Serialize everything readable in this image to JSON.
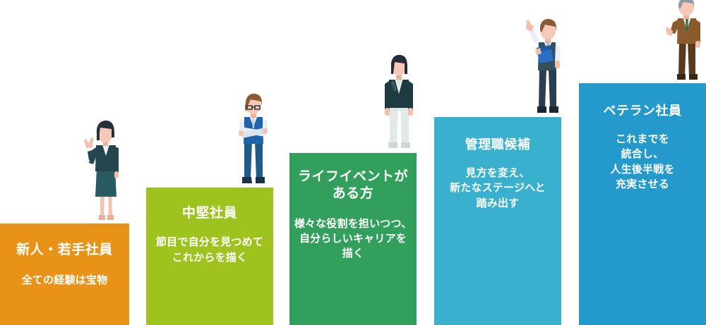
{
  "infographic": {
    "title_semantic": "career-stage-staircase",
    "steps": [
      {
        "id": "new-young-employee",
        "title": "新人・若手社員",
        "desc": "全ての経験は宝物",
        "color": "#e89218",
        "figure": "businesswoman-waving-icon"
      },
      {
        "id": "mid-career-employee",
        "title": "中堅社員",
        "desc": "節目で自分を見つめて\nこれからを描く",
        "color": "#9ec31f",
        "figure": "businessman-arms-crossed-icon"
      },
      {
        "id": "life-event-employee",
        "title": "ライフイベントが\nある方",
        "desc": "様々な役割を担いつつ、\n自分らしいキャリアを\n描く",
        "color": "#32a05c",
        "figure": "businesswoman-standing-icon"
      },
      {
        "id": "management-candidate",
        "title": "管理職候補",
        "desc": "見方を変え、\n新たなステージへと\n踏み出す",
        "color": "#38b0ce",
        "figure": "businessman-raising-hand-icon"
      },
      {
        "id": "veteran-employee",
        "title": "ベテラン社員",
        "desc": "これまでを\n統合し、\n人生後半戦を\n充実させる",
        "color": "#2499cc",
        "figure": "senior-businessman-icon"
      }
    ]
  }
}
